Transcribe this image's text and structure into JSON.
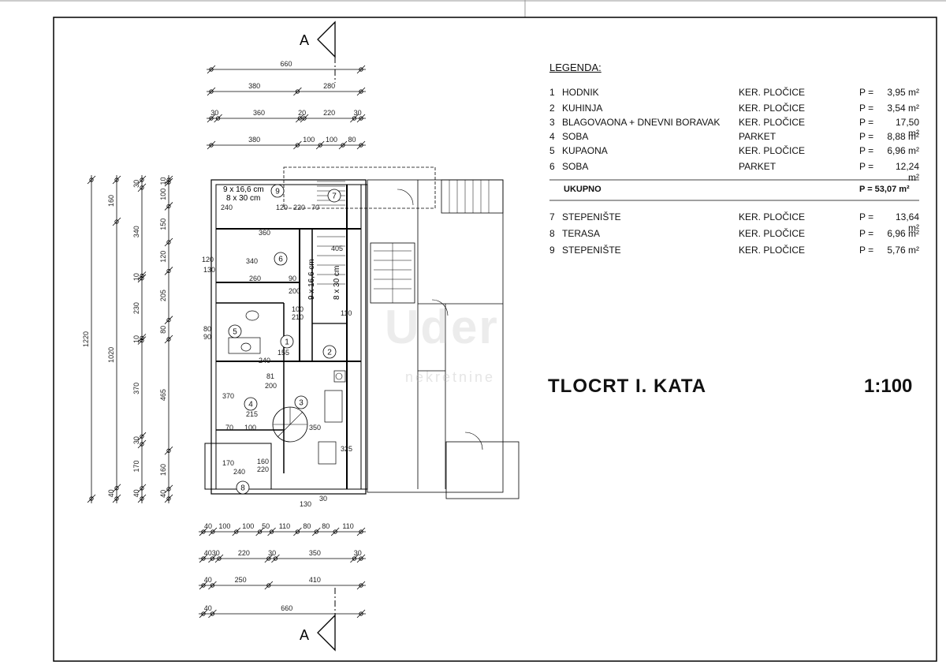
{
  "section_mark": "A",
  "watermark": {
    "brand": "Uder",
    "sub": "nekretnine"
  },
  "legend": {
    "heading": "LEGENDA:",
    "rooms": [
      {
        "num": "1",
        "name": "HODNIK",
        "finish": "KER. PLOČICE",
        "p": "P =",
        "area": "3,95 m²"
      },
      {
        "num": "2",
        "name": "KUHINJA",
        "finish": "KER. PLOČICE",
        "p": "P =",
        "area": "3,54 m²"
      },
      {
        "num": "3",
        "name": "BLAGOVAONA + DNEVNI  BORAVAK",
        "finish": "KER. PLOČICE",
        "p": "P =",
        "area": "17,50 m²"
      },
      {
        "num": "4",
        "name": "SOBA",
        "finish": "PARKET",
        "p": "P =",
        "area": "8,88 m²"
      },
      {
        "num": "5",
        "name": "KUPAONA",
        "finish": "KER. PLOČICE",
        "p": "P =",
        "area": "6,96 m²"
      },
      {
        "num": "6",
        "name": "SOBA",
        "finish": "PARKET",
        "p": "P =",
        "area": "12,24 m²"
      }
    ],
    "total_label": "UKUPNO",
    "total_value": "P =  53,07 m²",
    "extra": [
      {
        "num": "7",
        "name": "STEPENIŠTE",
        "finish": "KER. PLOČICE",
        "p": "P =",
        "area": "13,64 m²"
      },
      {
        "num": "8",
        "name": "TERASA",
        "finish": "KER. PLOČICE",
        "p": "P =",
        "area": "6,96 m²"
      },
      {
        "num": "9",
        "name": "STEPENIŠTE",
        "finish": "KER. PLOČICE",
        "p": "P =",
        "area": "5,76 m²"
      }
    ]
  },
  "title": "TLOCRT  I.  KATA",
  "scale": "1:100",
  "dims_top": [
    [
      "660"
    ],
    [
      "380",
      "280"
    ],
    [
      "30",
      "360",
      "20",
      "220",
      "30"
    ],
    [
      "380",
      "100",
      "100",
      "80"
    ]
  ],
  "dims_bottom": [
    [
      "40",
      "100",
      "100",
      "50",
      "110",
      "80",
      "80",
      "110"
    ],
    [
      "40",
      "30",
      "220",
      "30",
      "350",
      "30"
    ],
    [
      "40",
      "250",
      "410"
    ],
    [
      "40",
      "660"
    ]
  ],
  "dims_left": [
    [
      "1220"
    ],
    [
      "160",
      "1020",
      "40"
    ],
    [
      "30",
      "340",
      "10",
      "230",
      "10",
      "370",
      "30",
      "170",
      "40"
    ],
    [
      "10",
      "100",
      "150",
      "120",
      "205",
      "80",
      "465",
      "160",
      "40"
    ]
  ],
  "stairs_labels": [
    "9 x 16,6 cm",
    "8 x 30 cm",
    "9 x 16,6 cm",
    "8 x 30 cm"
  ],
  "room_numbers": [
    "1",
    "2",
    "3",
    "4",
    "5",
    "6",
    "7",
    "8",
    "9"
  ],
  "inner_dims": [
    "240",
    "120",
    "220",
    "70",
    "360",
    "340",
    "260",
    "120",
    "130",
    "90",
    "200",
    "100",
    "210",
    "80",
    "90",
    "240",
    "155",
    "81",
    "200",
    "370",
    "215",
    "70",
    "100",
    "350",
    "325",
    "160",
    "220",
    "240",
    "170",
    "30",
    "130",
    "405",
    "110"
  ]
}
